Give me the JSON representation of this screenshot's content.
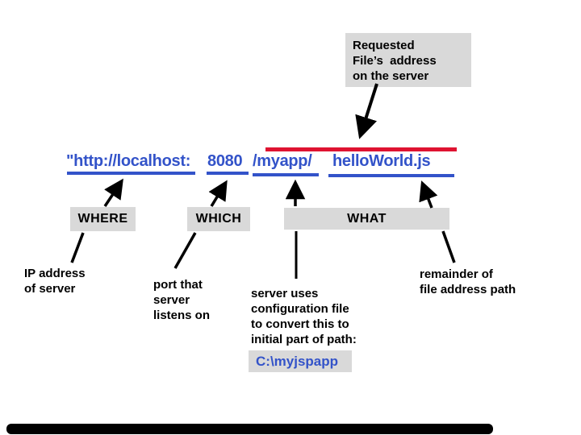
{
  "top_note": {
    "text": "Requested\nFile’s  address\non the server"
  },
  "url": {
    "scheme_host": "\"http://localhost:",
    "port": "8080",
    "app_path": "/myapp/",
    "file_name": "helloWorld.js"
  },
  "labels": {
    "where": "WHERE",
    "which": "WHICH",
    "what": "WHAT"
  },
  "annotations": {
    "ip": "IP address\nof server",
    "port": "port that\nserver\nlistens on",
    "config": "server uses\nconfiguration file\nto convert this to\ninitial part of path:",
    "config_path": "C:\\myjspapp",
    "remainder": "remainder of\nfile address path"
  },
  "colors": {
    "link_blue": "#3353C9",
    "accent_red": "#DF1331",
    "box_gray": "#D9D9D9",
    "line_black": "#000000"
  }
}
